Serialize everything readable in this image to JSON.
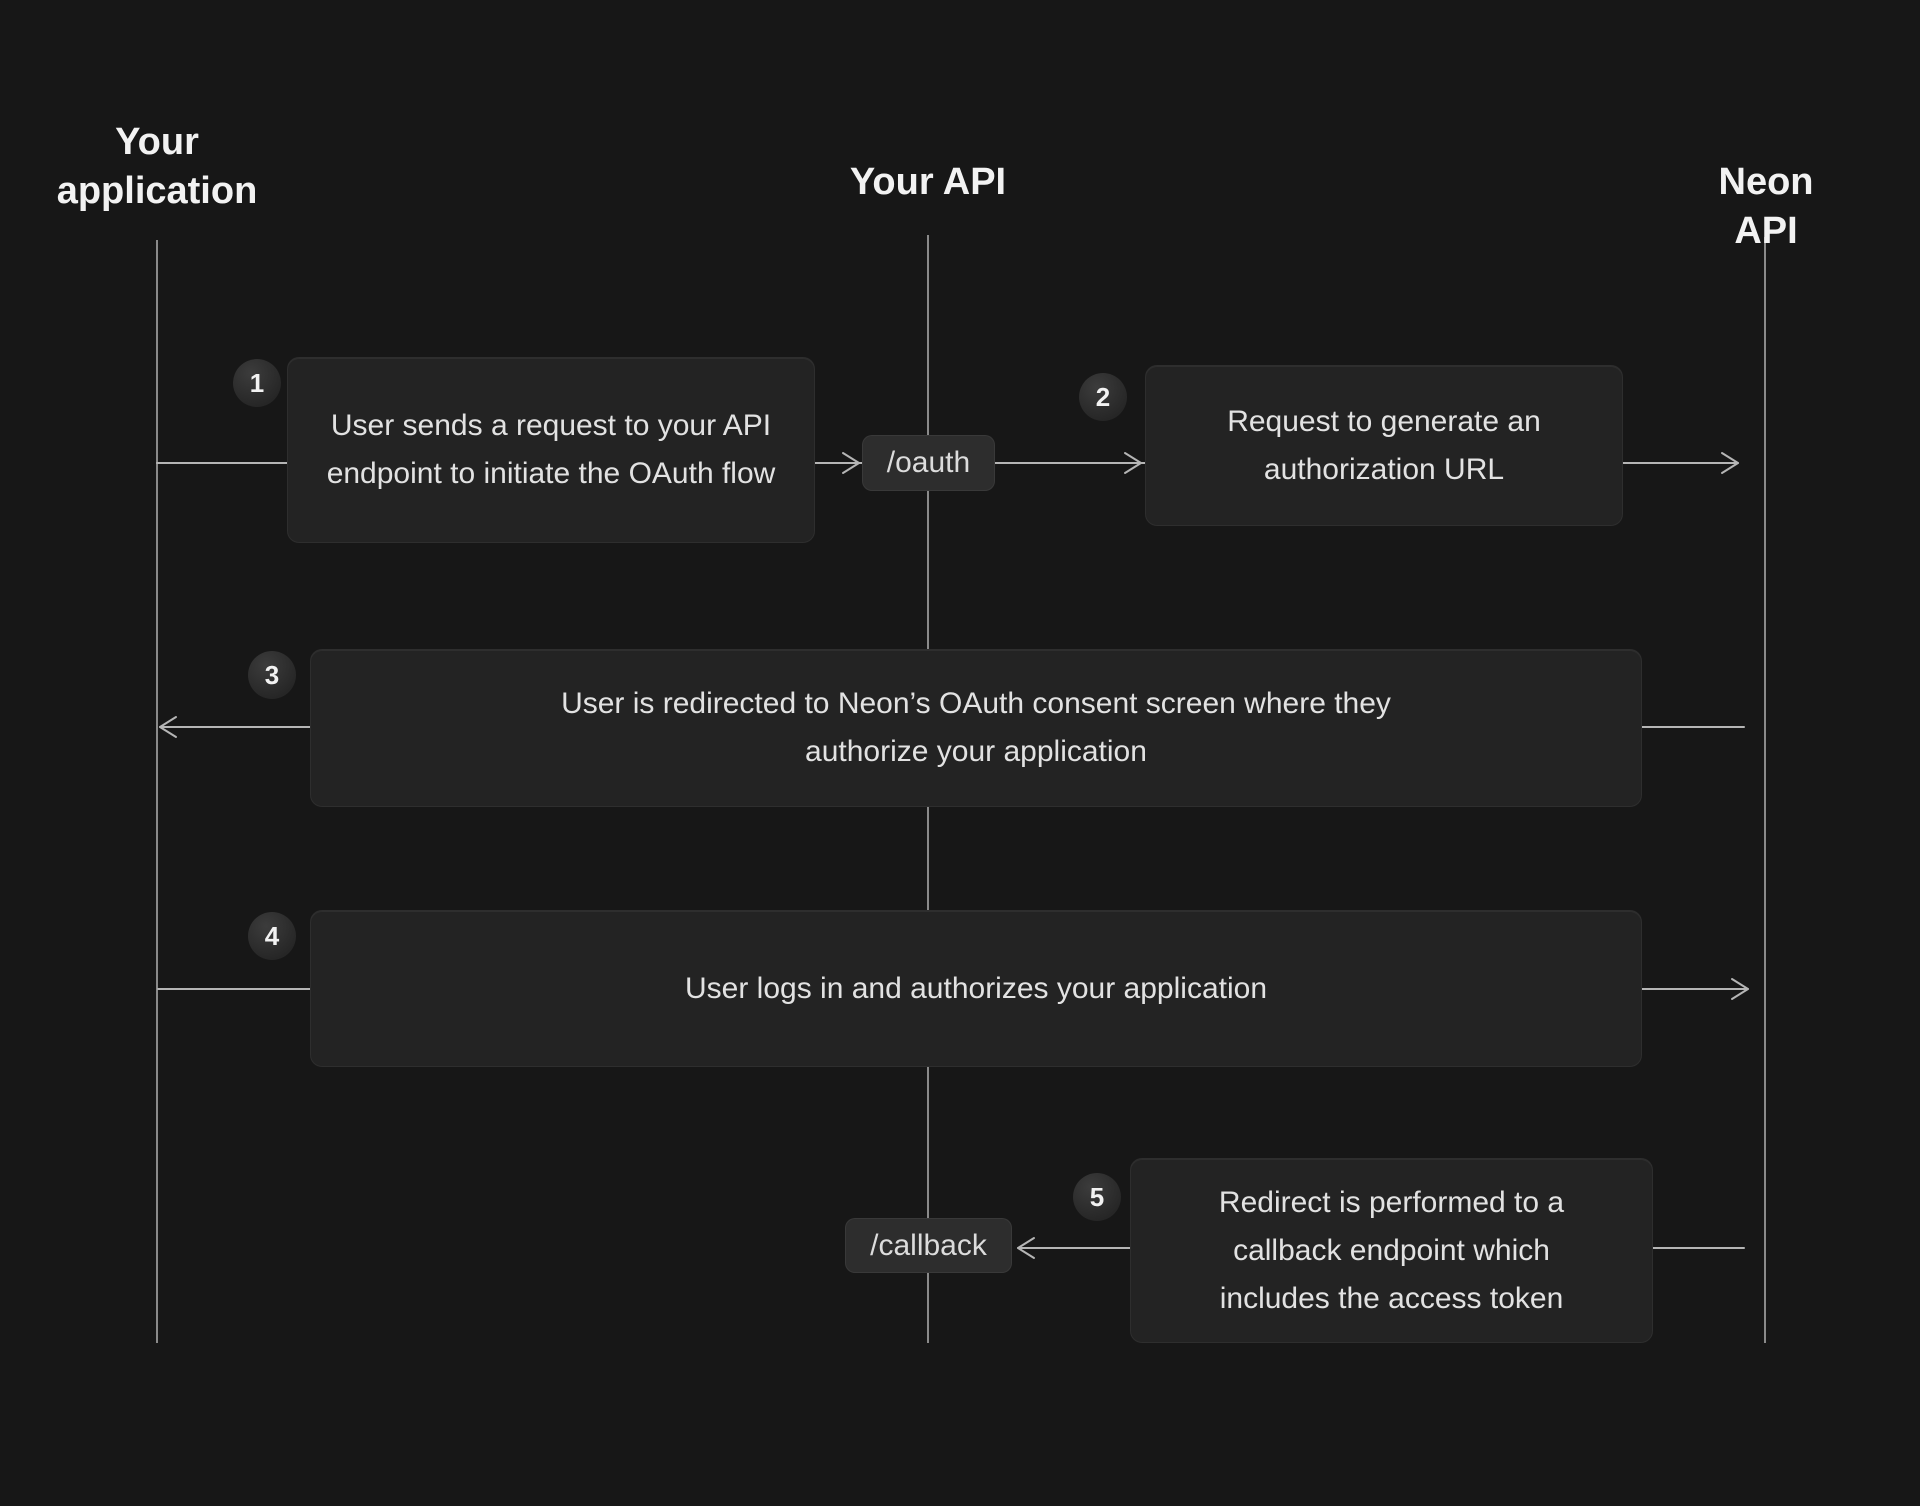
{
  "diagram": {
    "lanes": [
      {
        "label": "Your application"
      },
      {
        "label": "Your API"
      },
      {
        "label": "Neon API"
      }
    ],
    "steps": [
      {
        "num": "1",
        "text": "User sends a request to your API endpoint to initiate the OAuth flow"
      },
      {
        "num": "2",
        "text": "Request to generate an authorization URL"
      },
      {
        "num": "3",
        "text": "User is redirected to Neon’s OAuth consent screen where they authorize your application"
      },
      {
        "num": "4",
        "text": "User logs in and authorizes your application"
      },
      {
        "num": "5",
        "text": "Redirect is performed to a callback endpoint which includes the access token"
      }
    ],
    "endpoints": [
      {
        "label": "/oauth"
      },
      {
        "label": "/callback"
      }
    ],
    "colors": {
      "background": "#171717",
      "box_fill": "#232323",
      "pill_fill": "#2d2d2d",
      "badge_fill": "#2e2e2e",
      "text": "#e2e2e2",
      "heading": "#f2f2f2",
      "lifeline": "#8a8a8a",
      "arrow": "#b5b5b5"
    }
  }
}
